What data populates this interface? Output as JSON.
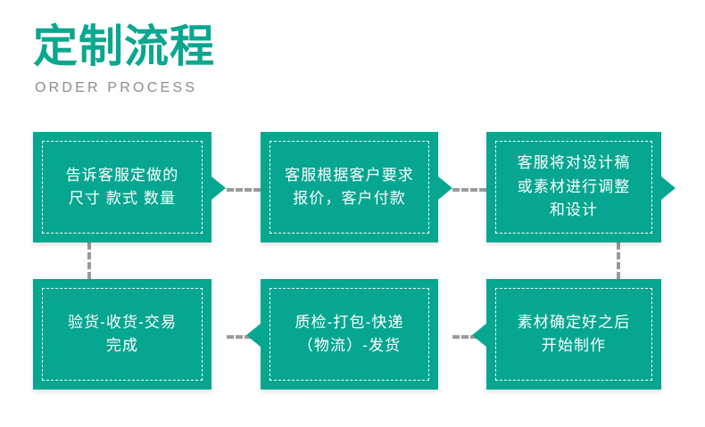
{
  "header": {
    "title": "定制流程",
    "subtitle": "ORDER PROCESS"
  },
  "colors": {
    "brand_green": "#06a690",
    "title_green": "#0aa78f",
    "subtitle_gray": "#8d8d8d",
    "connector_gray": "#9a9a9a",
    "box_text": "#ffffff",
    "background": "#ffffff"
  },
  "flow": {
    "steps": [
      {
        "id": 1,
        "text": "告诉客服定做的\n尺寸 款式 数量",
        "row": "top",
        "column": 1,
        "arrow": "right"
      },
      {
        "id": 2,
        "text": "客服根据客户要求\n报价，客户付款",
        "row": "top",
        "column": 2,
        "arrow": "right"
      },
      {
        "id": 3,
        "text": "客服将对设计稿\n或素材进行调整\n和设计",
        "row": "top",
        "column": 3,
        "arrow": "right"
      },
      {
        "id": 4,
        "text": "验货-收货-交易\n完成",
        "row": "bottom",
        "column": 1,
        "arrow": "none"
      },
      {
        "id": 5,
        "text": "质检-打包-快递\n（物流）-发货",
        "row": "bottom",
        "column": 2,
        "arrow": "left"
      },
      {
        "id": 6,
        "text": "素材确定好之后\n开始制作",
        "row": "bottom",
        "column": 3,
        "arrow": "left"
      }
    ],
    "connectors": [
      {
        "id": "c1",
        "from": 1,
        "to": 2,
        "orientation": "horizontal"
      },
      {
        "id": "c2",
        "from": 2,
        "to": 3,
        "orientation": "horizontal"
      },
      {
        "id": "c3",
        "from": 3,
        "to": 6,
        "orientation": "vertical"
      },
      {
        "id": "c4",
        "from": 6,
        "to": 5,
        "orientation": "horizontal"
      },
      {
        "id": "c5",
        "from": 5,
        "to": 4,
        "orientation": "horizontal"
      },
      {
        "id": "c6",
        "from": 4,
        "to": 1,
        "orientation": "vertical"
      }
    ]
  }
}
